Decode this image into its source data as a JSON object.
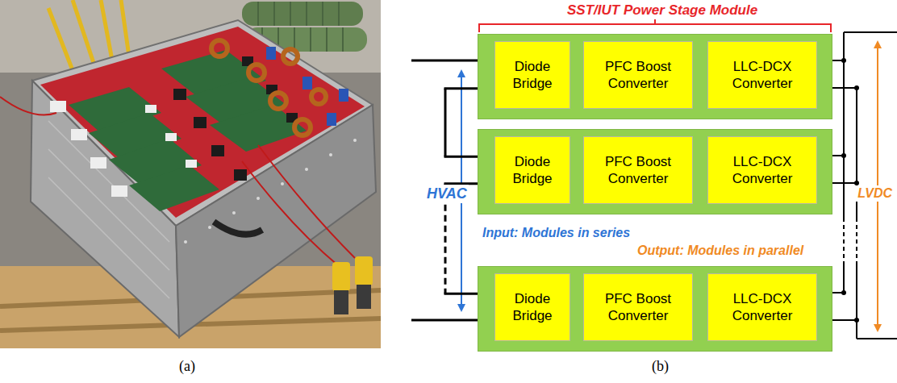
{
  "diagram": {
    "nodes": [
      {
        "text": [
          "SST/IUT Power Stage Module"
        ]
      },
      {
        "text": [
          "Diode Bridge"
        ],
        "in": 0
      },
      {
        "text": [
          "PFC Boost Converter"
        ],
        "in": 0
      },
      {
        "text": [
          "LLC-DCX Converter"
        ],
        "in": 0
      },
      {
        "text": []
      },
      {
        "text": [
          "Diode Bridge"
        ],
        "in": 4
      },
      {
        "text": [
          "PFC Boost Converter"
        ],
        "in": 4
      },
      {
        "text": [
          "LLC-DCX Converter"
        ],
        "in": 4
      },
      {
        "text": []
      },
      {
        "text": [
          "Diode Bridge"
        ],
        "in": 8
      },
      {
        "text": [
          "PFC Boost Converter"
        ],
        "in": 8
      },
      {
        "text": [
          "LLC-DCX Converter"
        ],
        "in": 8
      }
    ],
    "edges": [
      {
        "from": 1,
        "to": 2,
        "arrow": "none"
      },
      {
        "from": 2,
        "to": 3,
        "arrow": "none"
      },
      {
        "from": 5,
        "to": 6,
        "arrow": "none"
      },
      {
        "from": 6,
        "to": 7,
        "arrow": "none"
      },
      {
        "from": 9,
        "to": 10,
        "arrow": "none"
      },
      {
        "from": 10,
        "to": 11,
        "arrow": "none"
      },
      {
        "from": 1,
        "to": 5,
        "arrow": "none"
      },
      {
        "from": 5,
        "to": 9,
        "arrow": "none"
      }
    ],
    "labels": [
      "HVAC",
      "Input: Modules in series",
      "Output: Modules in parallel",
      "LVDC",
      "(a)",
      "(b)"
    ]
  }
}
